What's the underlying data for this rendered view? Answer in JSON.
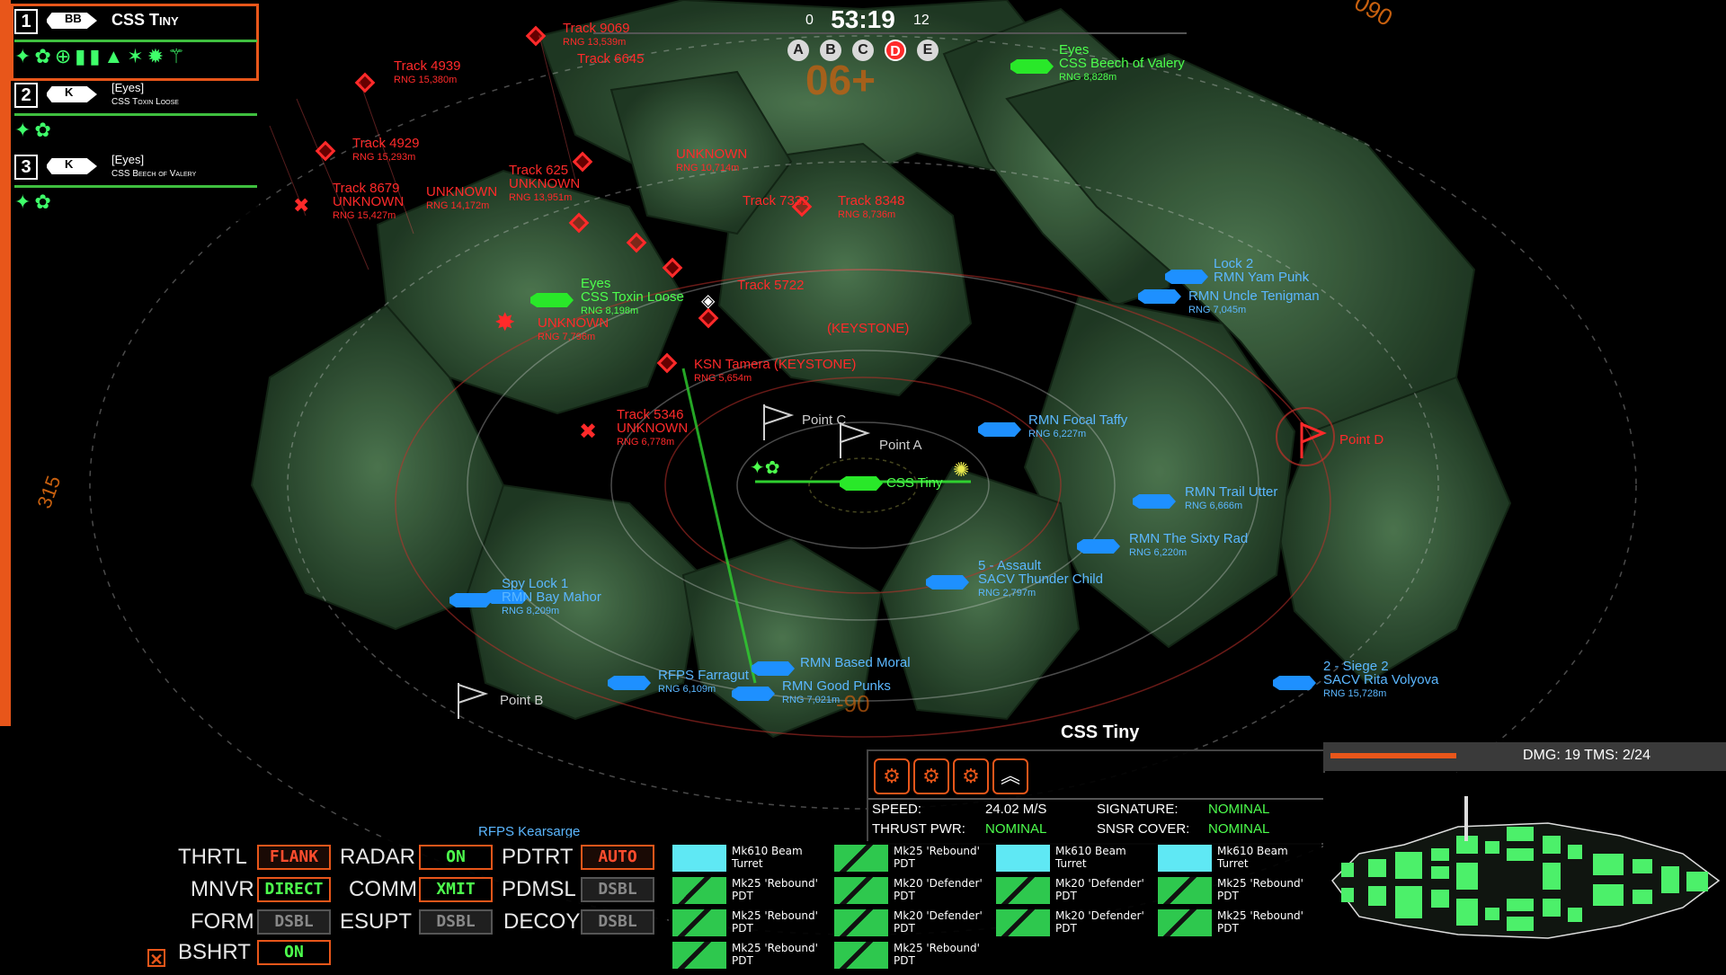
{
  "hud": {
    "timer": "53:19",
    "score_left": "0",
    "score_right": "12",
    "objectives": [
      "A",
      "B",
      "C",
      "D",
      "E"
    ],
    "overlay_big": "06+"
  },
  "fleet": [
    {
      "num": "1",
      "class": "BB",
      "name": "CSS Tiny",
      "tag": "",
      "sub": ""
    },
    {
      "num": "2",
      "class": "K",
      "name": "",
      "tag": "[Eyes]",
      "sub": "CSS Toxin Loose"
    },
    {
      "num": "3",
      "class": "K",
      "name": "",
      "tag": "[Eyes]",
      "sub": "CSS Beech of Valery"
    }
  ],
  "map": {
    "enemy_tracks": [
      {
        "name": "Track 9069",
        "range": "RNG 13,539m"
      },
      {
        "name": "Track 6645",
        "range": ""
      },
      {
        "name": "Track 4939",
        "range": "RNG 15,380m"
      },
      {
        "name": "Track 4929",
        "range": "RNG 15,293m"
      },
      {
        "name": "Track 8679",
        "status": "UNKNOWN",
        "range": "RNG 15,427m"
      },
      {
        "name": "UNKNOWN",
        "range": "RNG 14,172m"
      },
      {
        "name": "Track 625",
        "status": "UNKNOWN",
        "range": "RNG 13,951m"
      },
      {
        "name": "UNKNOWN",
        "range": "RNG 10,714m"
      },
      {
        "name": "Track 7332",
        "range": ""
      },
      {
        "name": "Track 8348",
        "range": "RNG 8,736m"
      },
      {
        "name": "Track 5722",
        "range": ""
      },
      {
        "name": "(KEYSTONE)",
        "range": ""
      },
      {
        "name": "KSN Tamera (KEYSTONE)",
        "range": "RNG 5,654m"
      },
      {
        "name": "Track 5346",
        "status": "UNKNOWN",
        "range": "RNG 6,778m"
      },
      {
        "name": "UNKNOWN",
        "range": "RNG 7,796m"
      }
    ],
    "friendly": [
      {
        "name": "Eyes",
        "sub": "CSS Beech of Valery",
        "range": "RNG 8,828m"
      },
      {
        "name": "Eyes",
        "sub": "CSS Toxin Loose",
        "range": "RNG 8,198m"
      },
      {
        "name": "CSS Tiny",
        "sub": "",
        "range": ""
      }
    ],
    "allied": [
      {
        "name": "Lock 2",
        "sub": "RMN Yam Punk",
        "range": ""
      },
      {
        "name": "RMN Uncle Tenigman",
        "range": "RNG 7,045m"
      },
      {
        "name": "RMN Focal Taffy",
        "range": "RNG 6,227m"
      },
      {
        "name": "RMN Trail Utter",
        "range": "RNG 6,666m"
      },
      {
        "name": "RMN The Sixty Rad",
        "range": "RNG 6,220m"
      },
      {
        "name": "5 - Assault",
        "sub": "SACV Thunder Child",
        "range": "RNG 2,797m"
      },
      {
        "name": "Spy Lock 1",
        "sub": "RMN Bay Mahor",
        "range": "RNG 8,209m"
      },
      {
        "name": "RMN Based Moral",
        "range": ""
      },
      {
        "name": "RFPS Farragut",
        "range": "RNG 6,109m"
      },
      {
        "name": "RMN Good Punks",
        "range": "RNG 7,021m"
      },
      {
        "name": "2 - Siege 2",
        "sub": "SACV Rita Volyova",
        "range": "RNG 15,728m"
      },
      {
        "name": "RFPS Kearsarge",
        "range": ""
      }
    ],
    "points": [
      "Point A",
      "Point B",
      "Point C",
      "Point D"
    ],
    "bearing_marks": [
      "315",
      "090",
      "-90"
    ]
  },
  "ship_status": {
    "name": "CSS Tiny",
    "speed_label": "SPEED:",
    "speed": "24.02 M/S",
    "thrust_label": "THRUST PWR:",
    "thrust": "NOMINAL",
    "signature_label": "SIGNATURE:",
    "signature": "NOMINAL",
    "snsr_label": "SNSR COVER:",
    "snsr": "NOMINAL",
    "dmg": "DMG: 19 TMS: 2/24"
  },
  "controls": [
    {
      "label": "THRTL",
      "value": "FLANK",
      "state": "active"
    },
    {
      "label": "RADAR",
      "value": "ON",
      "state": "on"
    },
    {
      "label": "PDTRT",
      "value": "AUTO",
      "state": "active"
    },
    {
      "label": "MNVR",
      "value": "DIRECT",
      "state": "on"
    },
    {
      "label": "COMM",
      "value": "XMIT",
      "state": "on"
    },
    {
      "label": "PDMSL",
      "value": "DSBL",
      "state": "dsbl"
    },
    {
      "label": "FORM",
      "value": "DSBL",
      "state": "dsbl"
    },
    {
      "label": "ESUPT",
      "value": "DSBL",
      "state": "dsbl"
    },
    {
      "label": "DECOY",
      "value": "DSBL",
      "state": "dsbl"
    },
    {
      "label": "BSHRT",
      "value": "ON",
      "state": "on"
    }
  ],
  "weapons": [
    {
      "l1": "Mk610 Beam",
      "l2": "Turret",
      "kind": "beam"
    },
    {
      "l1": "Mk25 'Rebound'",
      "l2": "PDT",
      "kind": "pdt"
    },
    {
      "l1": "Mk610 Beam",
      "l2": "Turret",
      "kind": "beam"
    },
    {
      "l1": "Mk610 Beam",
      "l2": "Turret",
      "kind": "beam"
    },
    {
      "l1": "Mk25 'Rebound'",
      "l2": "PDT",
      "kind": "pdt"
    },
    {
      "l1": "Mk20 'Defender'",
      "l2": "PDT",
      "kind": "pdt"
    },
    {
      "l1": "Mk20 'Defender'",
      "l2": "PDT",
      "kind": "pdt"
    },
    {
      "l1": "Mk25 'Rebound'",
      "l2": "PDT",
      "kind": "pdt"
    },
    {
      "l1": "Mk25 'Rebound'",
      "l2": "PDT",
      "kind": "pdt"
    },
    {
      "l1": "Mk20 'Defender'",
      "l2": "PDT",
      "kind": "pdt"
    },
    {
      "l1": "Mk20 'Defender'",
      "l2": "PDT",
      "kind": "pdt"
    },
    {
      "l1": "Mk25 'Rebound'",
      "l2": "PDT",
      "kind": "pdt"
    },
    {
      "l1": "Mk25 'Rebound'",
      "l2": "PDT",
      "kind": "pdt"
    },
    {
      "l1": "Mk25 'Rebound'",
      "l2": "PDT",
      "kind": "pdt"
    }
  ],
  "colors": {
    "accent": "#e8561a",
    "enemy": "#ff2a2a",
    "allied": "#5bb7ff",
    "friendly": "#4dff4d",
    "terrain": "#3e6a42"
  }
}
